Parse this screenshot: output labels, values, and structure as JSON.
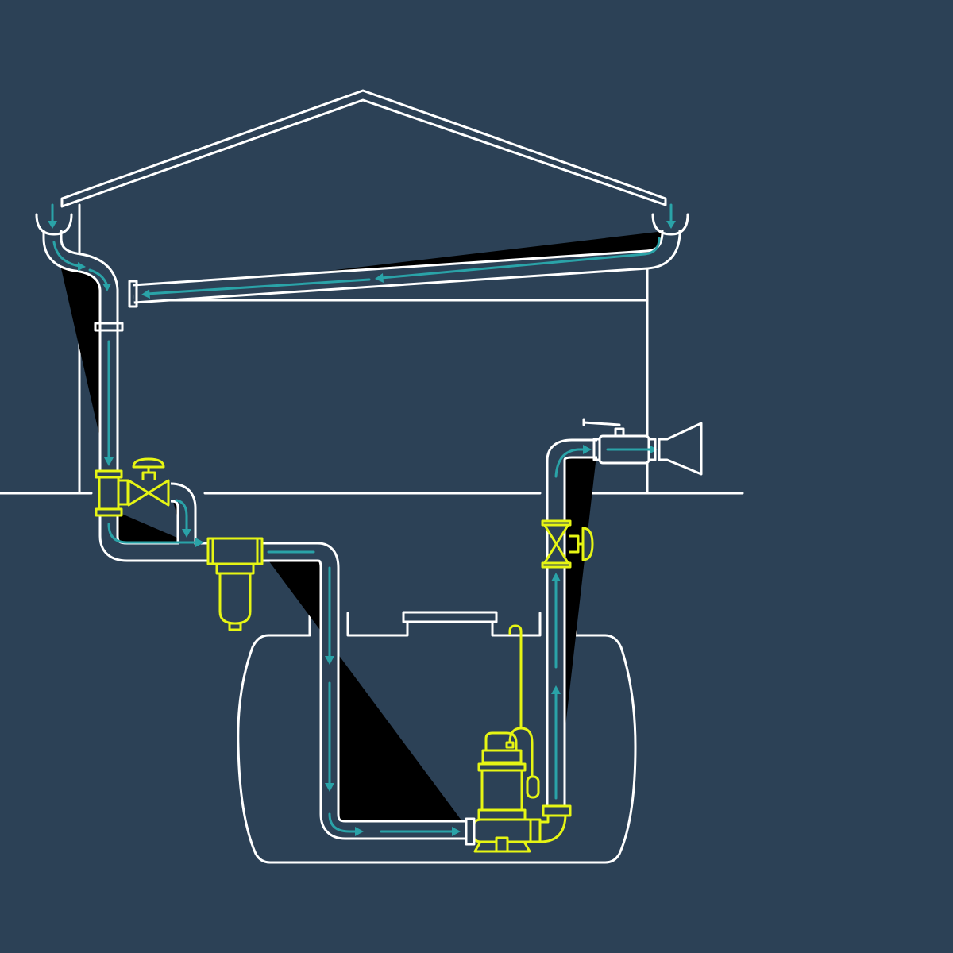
{
  "colors": {
    "background": "#2c4156",
    "outline": "#ffffff",
    "flow_arrows": "#2aa3a8",
    "highlight_components": "#e6f514"
  },
  "icons": [
    "house-outline",
    "gutter-icon",
    "downpipe",
    "t-junction-icon",
    "gate-valve-icon",
    "filter-icon",
    "underground-tank",
    "submersible-pump-icon",
    "float-switch-icon",
    "riser-valve-icon",
    "ball-valve-icon",
    "outlet-nozzle-icon"
  ]
}
